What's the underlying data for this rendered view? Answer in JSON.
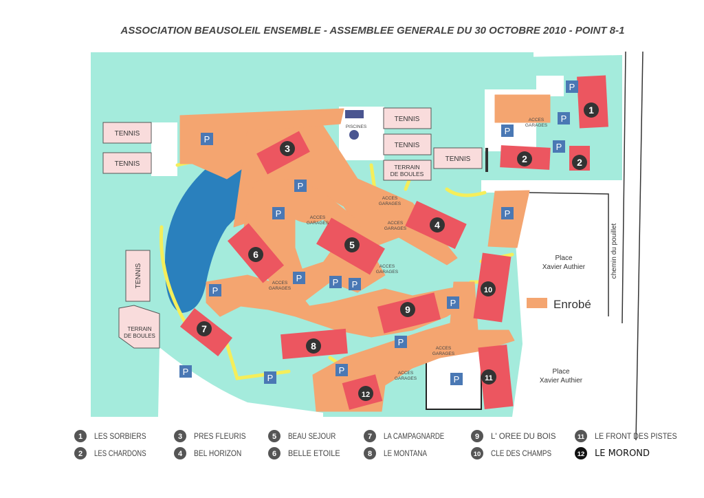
{
  "title": "ASSOCIATION BEAUSOLEIL ENSEMBLE - ASSEMBLEE GENERALE DU 30 OCTOBRE 2010 - POINT 8-1",
  "colors": {
    "ground": "#a4ebdc",
    "asphalt": "#f4a570",
    "building": "#ec5660",
    "lake": "#2a80bd",
    "parking": "#4a78b4",
    "court": "#f9dcdc",
    "path": "#f5ee5a"
  },
  "map": {
    "tennis": [
      "TENNIS",
      "TENNIS",
      "TENNIS",
      "TENNIS",
      "TENNIS",
      "TENNIS"
    ],
    "boules_line1": "TERRAIN",
    "boules_line2": "DE BOULES",
    "piscines": "PISCINES",
    "acces_line1": "ACCES",
    "acces_line2": "GARAGES",
    "parking": "P",
    "place_line1": "Place",
    "place_line2": "Xavier Authier",
    "road": "chemin du pouillet",
    "enrobe": "Enrobé",
    "buildings": [
      "1",
      "2",
      "2",
      "3",
      "4",
      "5",
      "6",
      "7",
      "8",
      "9",
      "10",
      "11",
      "12"
    ]
  },
  "legend": [
    {
      "number": "1",
      "name": "LES SORBIERS"
    },
    {
      "number": "2",
      "name": "LES CHARDONS"
    },
    {
      "number": "3",
      "name": "PRES FLEURIS"
    },
    {
      "number": "4",
      "name": "BEL HORIZON"
    },
    {
      "number": "5",
      "name": "BEAU SEJOUR"
    },
    {
      "number": "6",
      "name": "BELLE ETOILE"
    },
    {
      "number": "7",
      "name": "LA CAMPAGNARDE"
    },
    {
      "number": "8",
      "name": "LE MONTANA"
    },
    {
      "number": "9",
      "name": "L' OREE DU BOIS"
    },
    {
      "number": "10",
      "name": "CLE DES CHAMPS"
    },
    {
      "number": "11",
      "name": "LE FRONT DES PISTES"
    },
    {
      "number": "12",
      "name": "LE MOROND"
    }
  ]
}
